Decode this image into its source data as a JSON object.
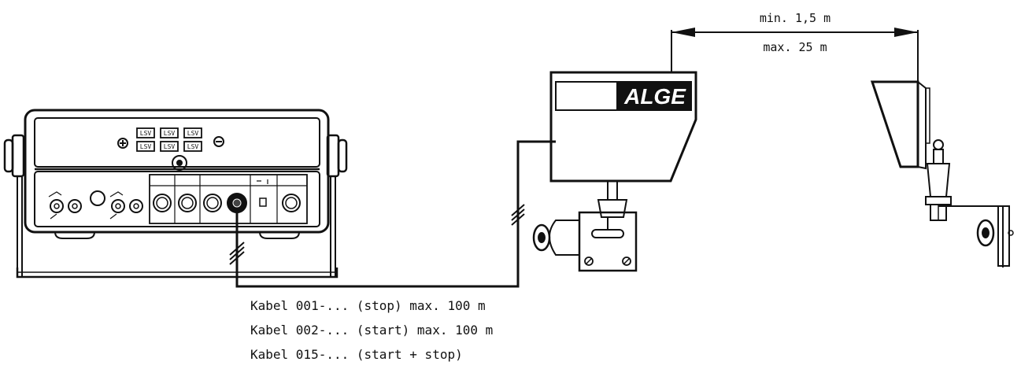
{
  "distance": {
    "min_label": "min. 1,5 m",
    "max_label": "max. 25 m"
  },
  "photocell": {
    "brand": "ALGE"
  },
  "timer": {
    "battery_labels": [
      "LSV",
      "LSV",
      "LSV",
      "LSV",
      "LSV",
      "LSV"
    ],
    "plus_symbol": "+",
    "minus_symbol": "−"
  },
  "cables": [
    "Kabel 001-... (stop) max. 100 m",
    "Kabel 002-... (start) max. 100 m",
    "Kabel 015-... (start + stop)"
  ],
  "colors": {
    "ink": "#111111",
    "paper": "#ffffff"
  }
}
